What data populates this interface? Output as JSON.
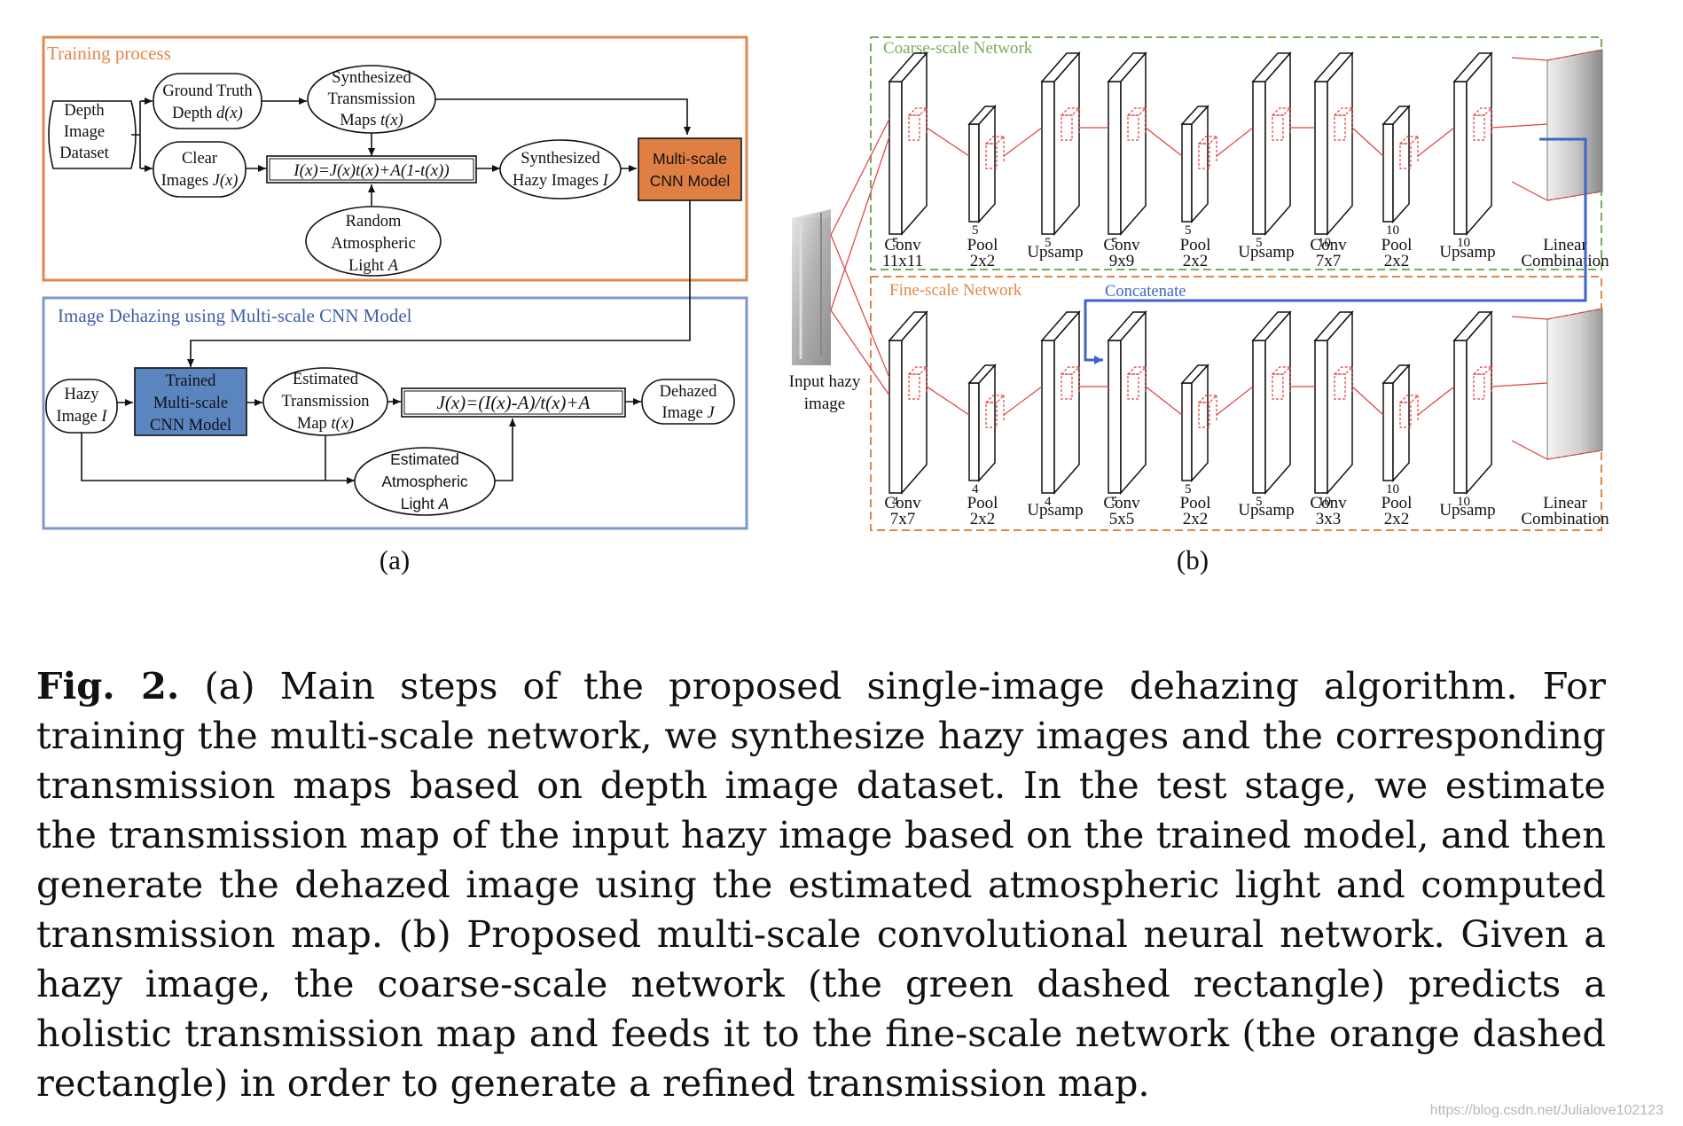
{
  "panel_a": {
    "training_title": "Training process",
    "training_color": "#e0884a",
    "depth_dataset": [
      "Depth",
      "Image",
      "Dataset"
    ],
    "ground_truth": [
      "Ground Truth",
      "Depth ",
      "d(x)"
    ],
    "synth_trans": [
      "Synthesized",
      "Transmission",
      "Maps ",
      "t(x)"
    ],
    "clear_images": [
      "Clear",
      "Images ",
      "J(x)"
    ],
    "equation_train": "I(x)=J(x)t(x)+A(1-t(x))",
    "synth_hazy": [
      "Synthesized",
      "Hazy Images ",
      "I"
    ],
    "cnn_model": [
      "Multi-scale",
      "CNN Model"
    ],
    "cnn_color": "#e07f43",
    "random_light": [
      "Random",
      "Atmospheric",
      "Light ",
      "A"
    ],
    "dehaze_title": "Image Dehazing using Multi-scale CNN Model",
    "dehaze_color": "#7b98c9",
    "hazy_image": [
      "Hazy",
      "Image ",
      "I"
    ],
    "trained_model": [
      "Trained",
      "Multi-scale",
      "CNN Model"
    ],
    "trained_color": "#5b85bf",
    "est_trans": [
      "Estimated",
      "Transmission",
      "Map ",
      "t(x)"
    ],
    "equation_test": "J(x)=(I(x)-A)/t(x)+A",
    "dehazed_image": [
      "Dehazed",
      "Image ",
      "J"
    ],
    "est_light": [
      "Estimated",
      "Atmospheric",
      "Light ",
      "A"
    ],
    "label": "(a)"
  },
  "panel_b": {
    "coarse_title": "Coarse-scale Network",
    "coarse_color": "#7aaa5c",
    "fine_title": "Fine-scale Network",
    "fine_color": "#e0884a",
    "concat_label": "Concatenate",
    "concat_color": "#3d66c4",
    "input_label": [
      "Input hazy",
      "image"
    ],
    "coarse_layers": [
      {
        "num": "5",
        "name": [
          "Conv",
          "11x11"
        ]
      },
      {
        "num": "5",
        "name": [
          "Pool",
          "2x2"
        ]
      },
      {
        "num": "5",
        "name": [
          "Upsamp"
        ]
      },
      {
        "num": "5",
        "name": [
          "Conv",
          "9x9"
        ]
      },
      {
        "num": "5",
        "name": [
          "Pool",
          "2x2"
        ]
      },
      {
        "num": "5",
        "name": [
          "Upsamp"
        ]
      },
      {
        "num": "10",
        "name": [
          "Conv",
          "7x7"
        ]
      },
      {
        "num": "10",
        "name": [
          "Pool",
          "2x2"
        ]
      },
      {
        "num": "10",
        "name": [
          "Upsamp"
        ]
      },
      {
        "num": "",
        "name": [
          "Linear",
          "Combination"
        ]
      }
    ],
    "fine_layers": [
      {
        "num": "4",
        "name": [
          "Conv",
          "7x7"
        ]
      },
      {
        "num": "4",
        "name": [
          "Pool",
          "2x2"
        ]
      },
      {
        "num": "4",
        "name": [
          "Upsamp"
        ]
      },
      {
        "num": "5",
        "name": [
          "Conv",
          "5x5"
        ]
      },
      {
        "num": "5",
        "name": [
          "Pool",
          "2x2"
        ]
      },
      {
        "num": "5",
        "name": [
          "Upsamp"
        ]
      },
      {
        "num": "10",
        "name": [
          "Conv",
          "3x3"
        ]
      },
      {
        "num": "10",
        "name": [
          "Pool",
          "2x2"
        ]
      },
      {
        "num": "10",
        "name": [
          "Upsamp"
        ]
      },
      {
        "num": "",
        "name": [
          "Linear",
          "Combination"
        ]
      }
    ],
    "label": "(b)"
  },
  "caption": {
    "fig_label": "Fig. 2.",
    "text": " (a) Main steps of the proposed single-image dehazing algorithm. For training the multi-scale network, we synthesize hazy images and the corresponding transmission maps based on depth image dataset. In the test stage, we estimate the transmission map of the input hazy image based on the trained model, and then generate the dehazed image using the estimated atmospheric light and computed transmission map. (b) Proposed multi-scale convolutional neural network. Given a hazy image, the coarse-scale network (the green dashed rectangle) predicts a holistic transmission map and feeds it to the fine-scale network (the orange dashed rectangle) in order to generate a refined transmission map."
  },
  "watermark": "https://blog.csdn.net/Julialove102123"
}
